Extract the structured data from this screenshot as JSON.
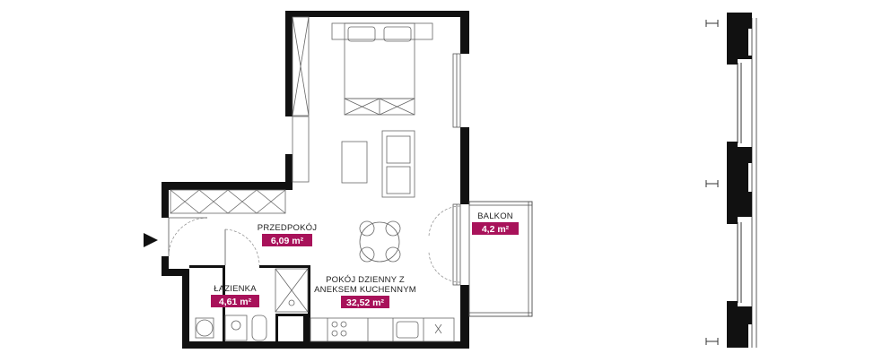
{
  "rooms": [
    {
      "id": "hall",
      "name": "PRZEDPOKÓJ",
      "area": "6,09 m²"
    },
    {
      "id": "bathroom",
      "name": "ŁAZIENKA",
      "area": "4,61 m²"
    },
    {
      "id": "living",
      "name_line1": "POKÓJ DZIENNY Z",
      "name_line2": "ANEKSEM KUCHENNYM",
      "area": "32,52 m²"
    },
    {
      "id": "balcony",
      "name": "BALKON",
      "area": "4,2 m²"
    }
  ],
  "colors": {
    "badge": "#a8125a",
    "wall": "#111111",
    "line": "#666666"
  },
  "icons": {
    "entrance": "entrance-arrow-icon"
  }
}
